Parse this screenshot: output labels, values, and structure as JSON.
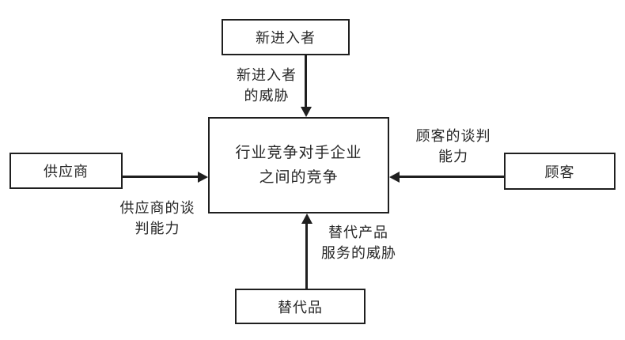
{
  "diagram": {
    "kind": "porter-five-forces",
    "colors": {
      "line": "#1f1f1f",
      "text": "#262626",
      "background": "#ffffff"
    },
    "boxes": {
      "new_entrants": "新进入者",
      "center_line1": "行业竞争对手企业",
      "center_line2": "之间的竞争",
      "suppliers": "供应商",
      "customers": "顾客",
      "substitutes": "替代品"
    },
    "labels": {
      "new_entrants_threat_line1": "新进入者",
      "new_entrants_threat_line2": "的威胁",
      "supplier_power_line1": "供应商的谈",
      "supplier_power_line2": "判能力",
      "customer_power_line1": "顾客的谈判",
      "customer_power_line2": "能力",
      "substitute_threat_line1": "替代产品",
      "substitute_threat_line2": "服务的威胁"
    }
  }
}
